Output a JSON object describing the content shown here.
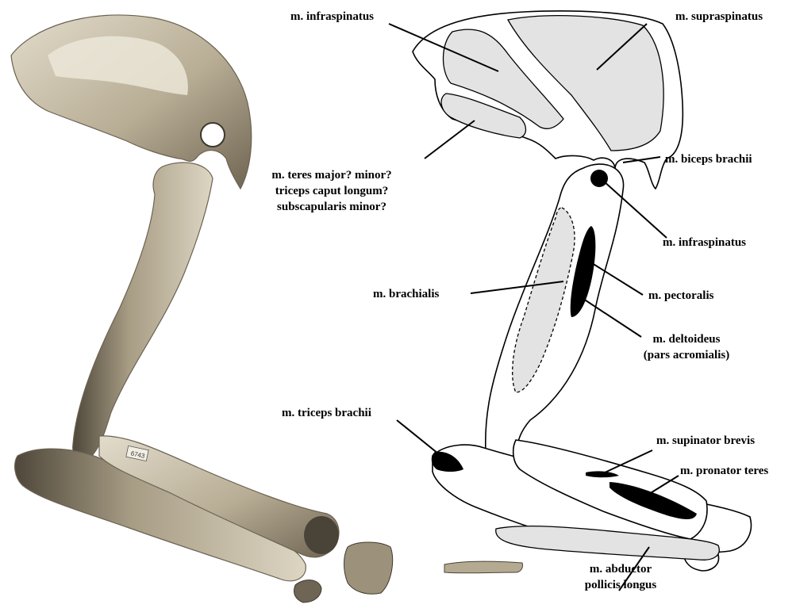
{
  "labels": {
    "infraspinatus_top": "m. infraspinatus",
    "supraspinatus": "m. supraspinatus",
    "teres_line1": "m. teres major? minor?",
    "teres_line2": "triceps caput longum?",
    "teres_line3": "subscapularis minor?",
    "biceps": "m. biceps brachii",
    "infraspinatus_mid": "m. infraspinatus",
    "brachialis": "m. brachialis",
    "pectoralis": "m. pectoralis",
    "deltoideus_line1": "m. deltoideus",
    "deltoideus_line2": "(pars acromialis)",
    "triceps": "m. triceps brachii",
    "supinator": "m. supinator brevis",
    "pronator": "m. pronator teres",
    "abductor_line1": "m. abductor",
    "abductor_line2": "pollicis longus",
    "specimen_tag": "6743"
  },
  "colors": {
    "muscle_area": "#e3e3e3",
    "bone_photo": "#c9bfa8",
    "bone_shadow": "#5b5446"
  }
}
